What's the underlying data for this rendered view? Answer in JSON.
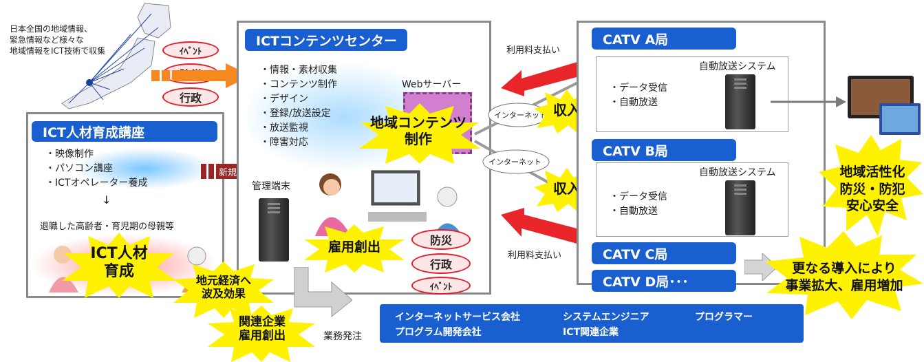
{
  "top_left": {
    "line1": "日本全国の地域情報、",
    "line2": "緊急情報など様々な",
    "line3": "地域情報をICT技術で収集"
  },
  "top_ovals": [
    "ｲﾍﾞﾝﾄ",
    "防災",
    "行政"
  ],
  "training": {
    "title": "ICT人材育成講座",
    "items": [
      "・映像制作",
      "・パソコン講座",
      "・ICTオペレーター養成"
    ],
    "arrow": "↓",
    "target": "退職した高齢者・育児期の母親等",
    "burst": "ICT人材\n育成"
  },
  "new_hire_arrow": "新規雇用",
  "center": {
    "title": "ICTコンテンツセンター",
    "items": [
      "・情報・素材収集",
      "・コンテンツ制作",
      "・デザイン",
      "・登録/放送設定",
      "・放送監視",
      "・障害対応"
    ],
    "web_server": "Webサーバー",
    "burst_content": "地域コンテンツ\n制作",
    "admin_terminal": "管理端末",
    "burst_employment": "雇用創出",
    "ovals": [
      "防災",
      "行政",
      "ｲﾍﾞﾝﾄ"
    ]
  },
  "internet_labels": [
    "インターネット",
    "インターネット"
  ],
  "fee_labels": [
    "利用料支払い",
    "利用料支払い"
  ],
  "income_bursts": [
    "収入",
    "収入"
  ],
  "catv": {
    "stations": [
      "CATV A局",
      "CATV B局",
      "CATV C局",
      "CATV D局･･･"
    ],
    "system_label": "自動放送システム",
    "items": [
      "・データ受信",
      "・自動放送"
    ]
  },
  "right_burst": "地域活性化\n防災・防犯\n安心安全",
  "expansion_burst": "更なる導入により\n事業拡大、雇用増加",
  "local_econ_burst": "地元経済へ\n波及効果",
  "related_burst": "関連企業\n雇用創出",
  "order_label": "業務発注",
  "bottom_bar": {
    "row1": [
      "インターネットサービス会社",
      "システムエンジニア",
      "プログラマー"
    ],
    "row2": [
      "プログラム開発会社",
      "ICT関連企業"
    ]
  },
  "colors": {
    "accent_blue": "#1a5fd0",
    "oval_red": "#e0202a",
    "burst_yellow": "#fff200",
    "arrow_red": "#e8262a",
    "arrow_orange": "#f5891f",
    "arrow_gray": "#9a9a9a"
  }
}
